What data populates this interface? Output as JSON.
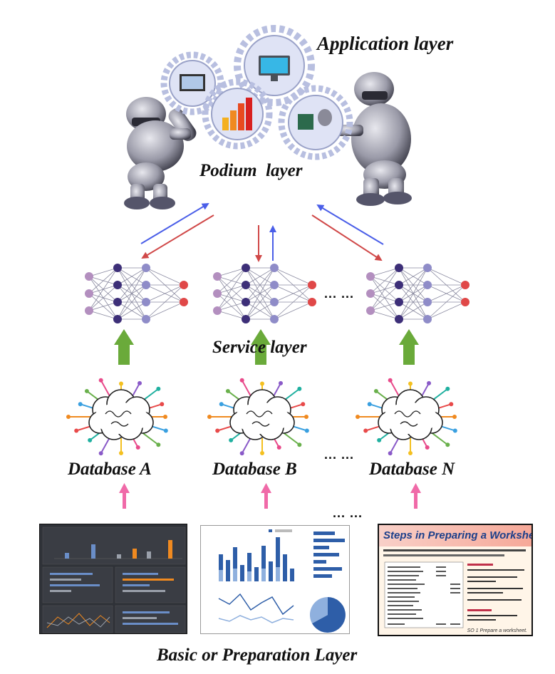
{
  "layers": {
    "application": "Application layer",
    "podium": "Podium  layer",
    "service": "Service layer",
    "basic": "Basic or Preparation Layer"
  },
  "databases": [
    "Database A",
    "Database B",
    "Database N"
  ],
  "ellipsis": "... ...",
  "worksheet": {
    "title": "Steps in Preparing a Worksheet",
    "footer": "SO 1  Prepare a worksheet."
  },
  "colors": {
    "arrow_down": "#d04848",
    "arrow_up": "#4a5ee8",
    "data_arrow": "#f06aa8",
    "service_arrow": "#6aaa3a",
    "gear": "#b8bfe0",
    "nn_input": "#b38fbf",
    "nn_hidden": "#3d2f78",
    "nn_hidden2": "#8f8cc8",
    "nn_output": "#e04848"
  }
}
